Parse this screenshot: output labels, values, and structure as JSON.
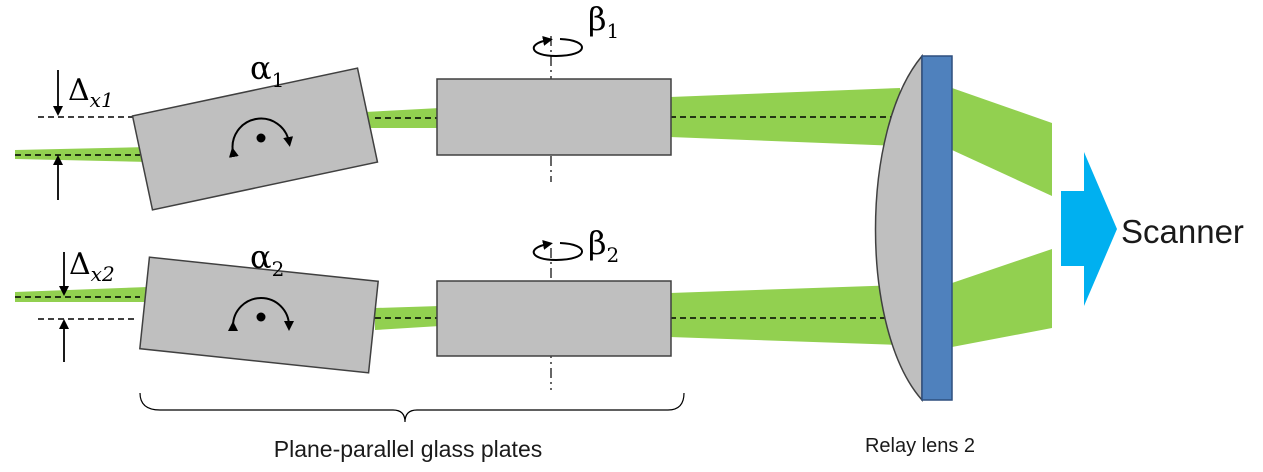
{
  "colors": {
    "beam": "#92d050",
    "plate_fill": "#bfbfbf",
    "plate_stroke": "#404040",
    "lens_fill": "#bfbfbf",
    "lens_flat": "#4f81bd",
    "arrow": "#00b0f0",
    "line": "#000000"
  },
  "symbols": {
    "delta": "Δ",
    "x1": "x1",
    "x2": "x2",
    "alpha": "α",
    "beta": "β",
    "one": "1",
    "two": "2"
  },
  "labels": {
    "scanner": "Scanner",
    "plates": "Plane-parallel glass plates",
    "relay_lens": "Relay lens 2"
  }
}
